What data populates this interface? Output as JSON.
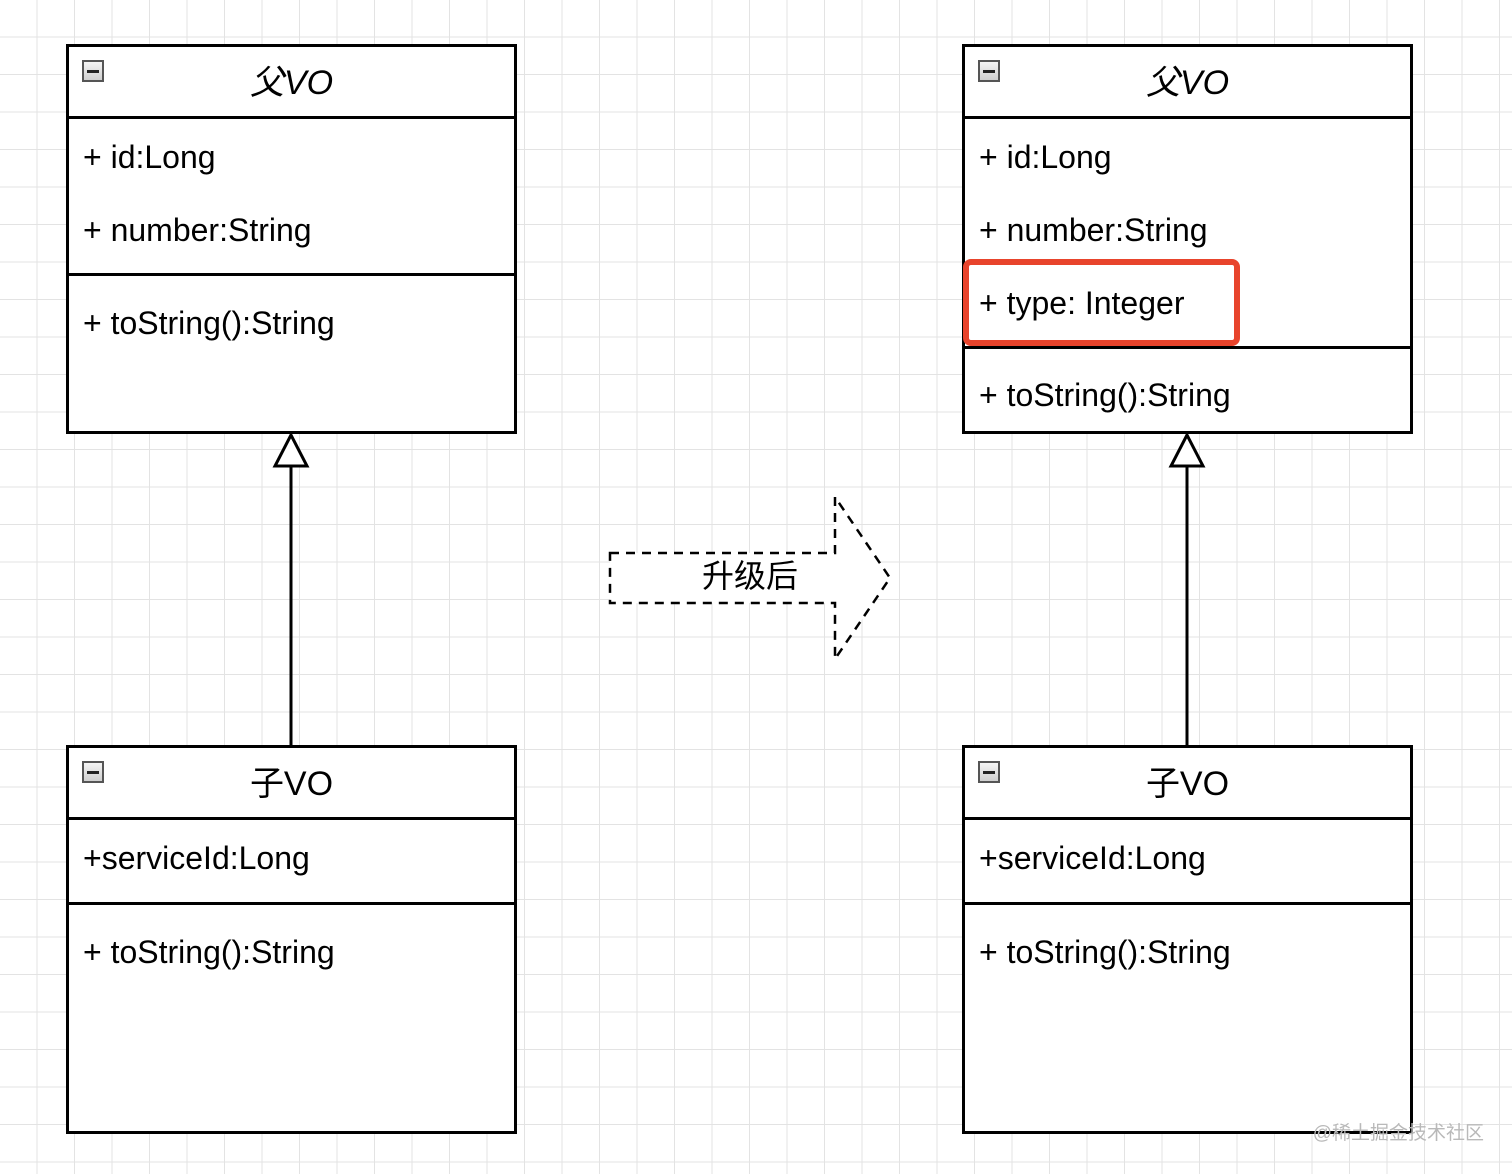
{
  "left": {
    "parent": {
      "title": "父VO",
      "attributes": [
        "+ id:Long",
        "+ number:String"
      ],
      "methods": [
        "+ toString():String"
      ]
    },
    "child": {
      "title": "子VO",
      "attributes": [
        "+serviceId:Long"
      ],
      "methods": [
        "+ toString():String"
      ]
    }
  },
  "right": {
    "parent": {
      "title": "父VO",
      "attributes": [
        "+ id:Long",
        "+ number:String",
        "+ type: Integer"
      ],
      "methods": [
        "+ toString():String"
      ]
    },
    "child": {
      "title": "子VO",
      "attributes": [
        "+serviceId:Long"
      ],
      "methods": [
        "+ toString():String"
      ]
    }
  },
  "transition": {
    "label": "升级后"
  },
  "watermark": "@稀土掘金技术社区",
  "colors": {
    "highlight": "#e8442c",
    "line": "#000000",
    "grid": "#e3e3e3"
  }
}
